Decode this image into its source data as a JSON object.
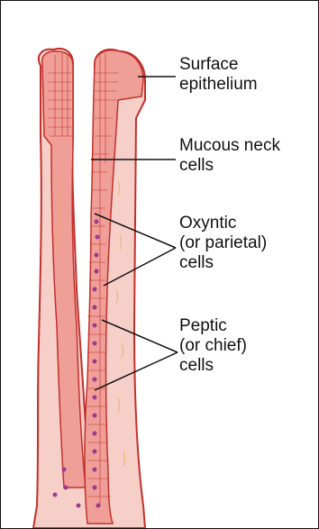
{
  "labels": {
    "surface_epithelium": [
      "Surface",
      "epithelium"
    ],
    "mucous_neck": [
      "Mucous neck",
      "cells"
    ],
    "oxyntic": [
      "Oxyntic",
      "(or parietal)",
      "cells"
    ],
    "peptic": [
      "Peptic",
      "(or chief)",
      "cells"
    ]
  },
  "colors": {
    "tissue_fill": "#f7cfc9",
    "tissue_outline": "#c2312c",
    "cell_fill": "#ef9e98",
    "nucleus": "#9b3c8a",
    "fiber": "#e8b46a",
    "leader_line": "#111111"
  }
}
